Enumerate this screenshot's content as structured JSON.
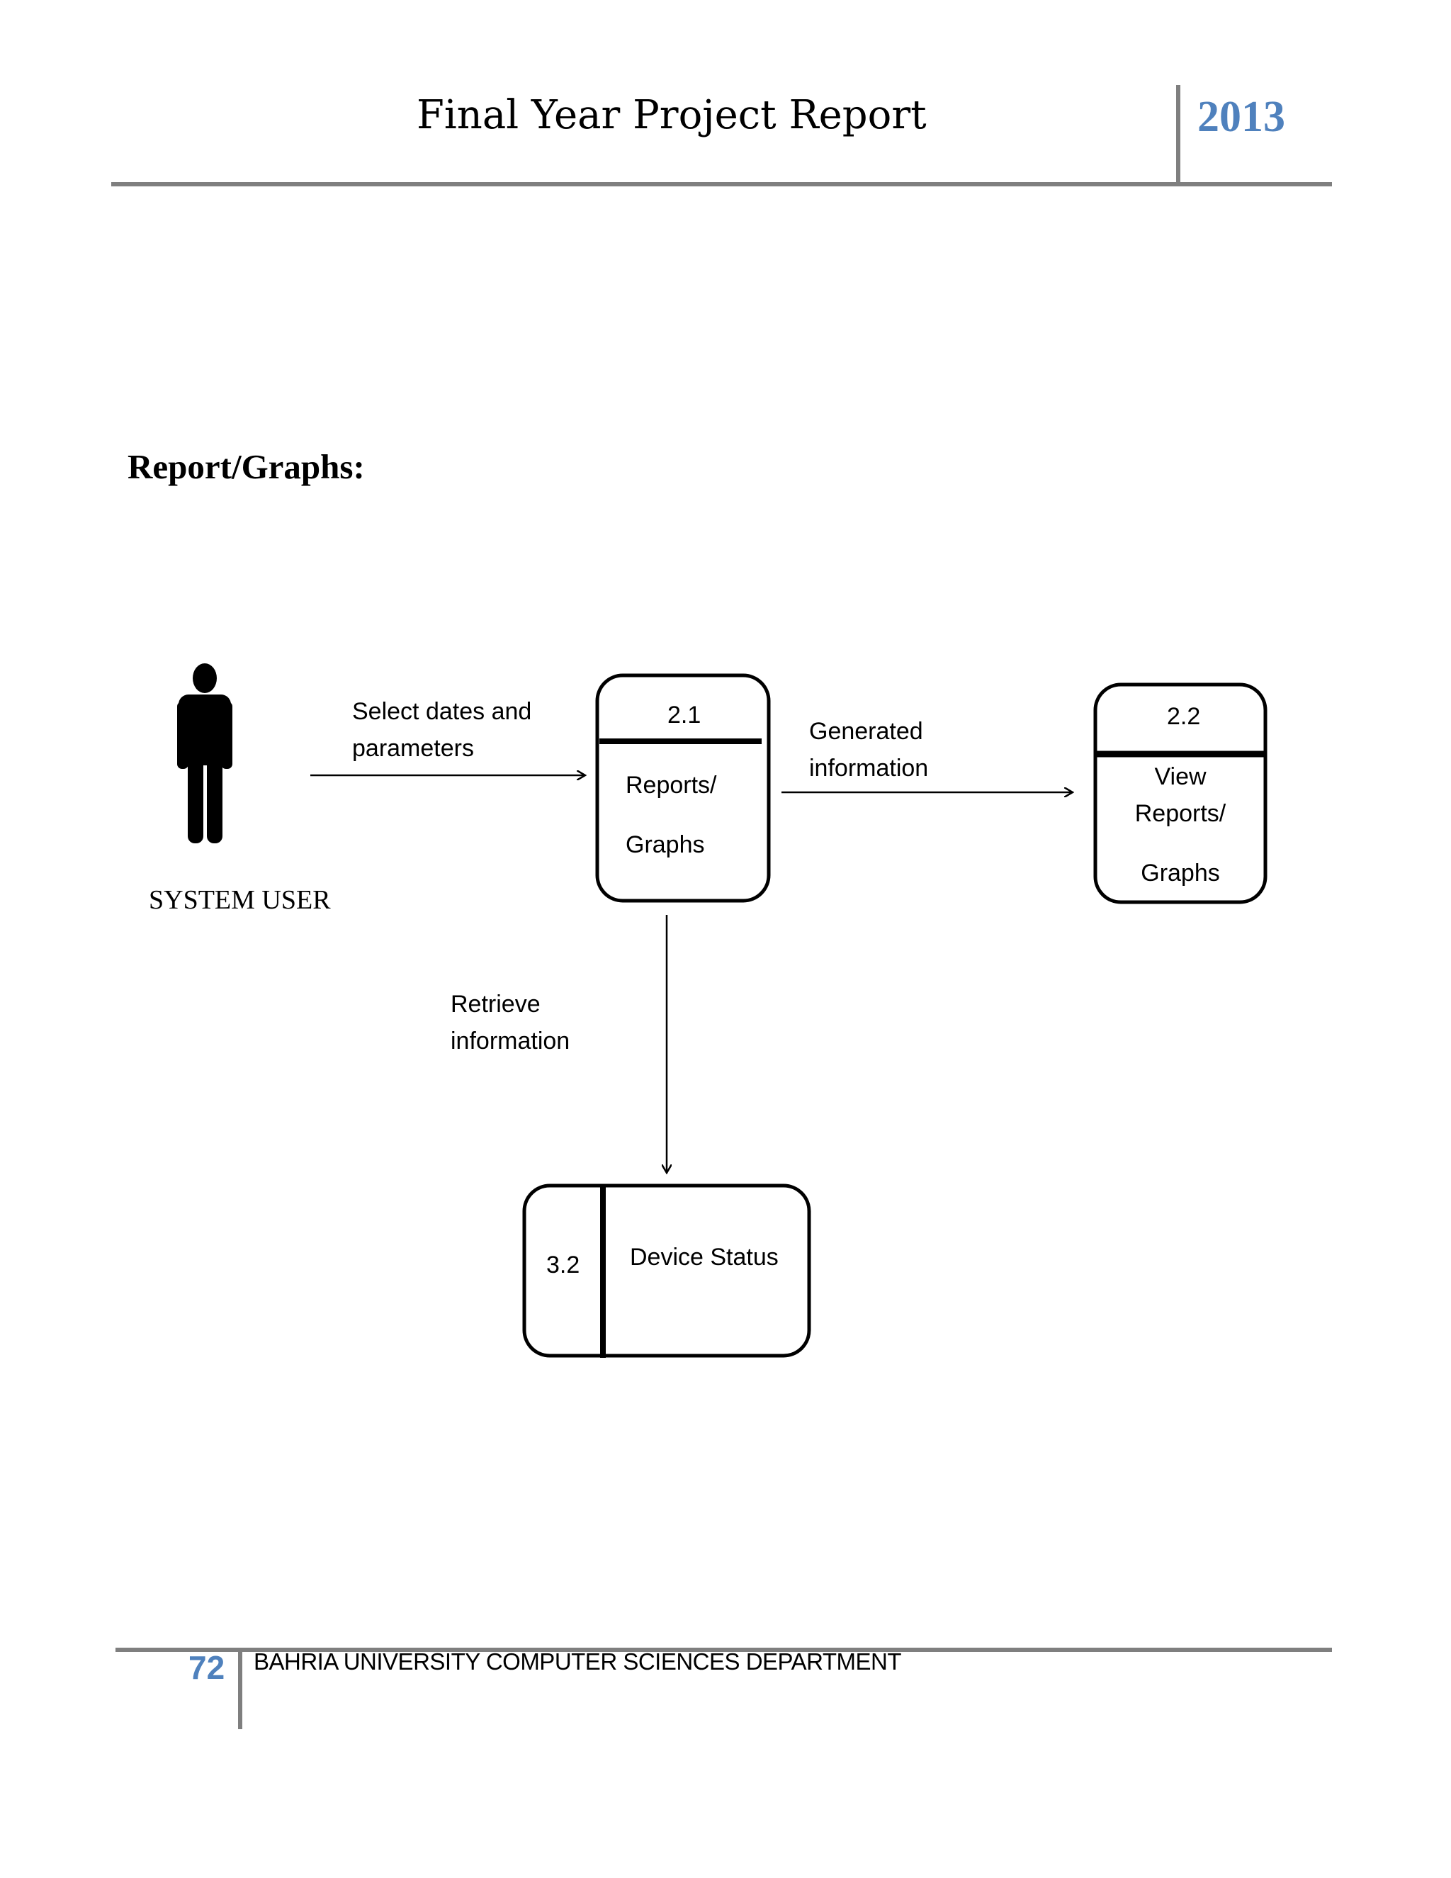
{
  "header": {
    "title": "Final Year Project Report",
    "year": "2013"
  },
  "section": {
    "heading": "Report/Graphs:"
  },
  "diagram": {
    "actor": {
      "label": "SYSTEM  USER"
    },
    "processes": [
      {
        "id": "2.1",
        "label_lines": [
          "Reports/",
          "Graphs"
        ]
      },
      {
        "id": "2.2",
        "label_lines": [
          "View",
          "Reports/",
          "Graphs"
        ]
      }
    ],
    "data_store": {
      "id": "3.2",
      "label": "Device Status"
    },
    "flows": [
      {
        "label_lines": [
          "Select dates and",
          "parameters"
        ]
      },
      {
        "label_lines": [
          "Generated",
          "information"
        ]
      },
      {
        "label_lines": [
          "Retrieve",
          "information"
        ]
      }
    ]
  },
  "footer": {
    "page_number": "72",
    "department": "BAHRIA UNIVERSITY COMPUTER SCIENCES DEPARTMENT"
  }
}
